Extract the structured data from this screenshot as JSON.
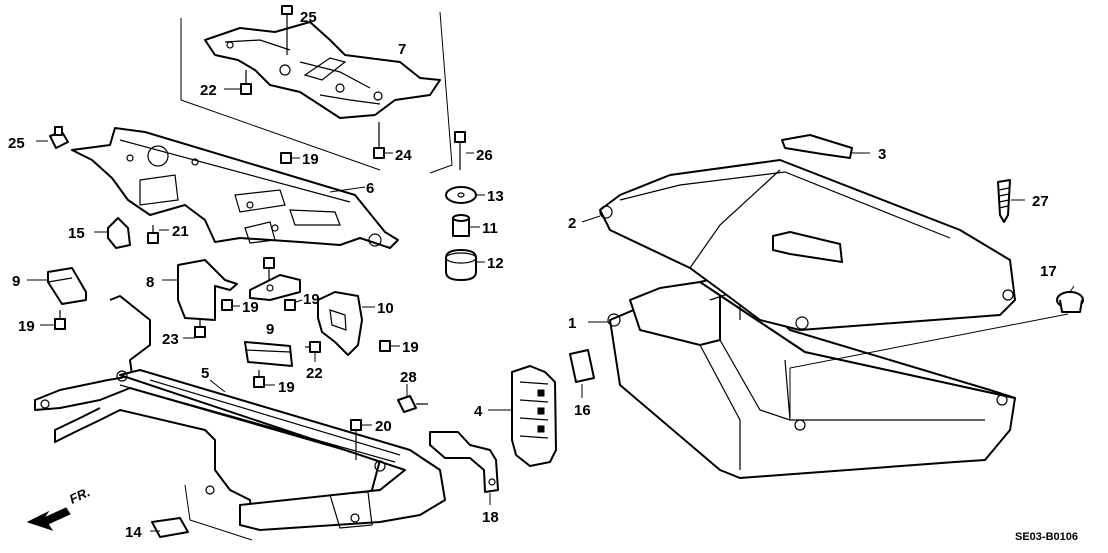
{
  "diagram": {
    "code": "SE03-B0106",
    "direction_label": "FR.",
    "callouts": {
      "c1": "1",
      "c2": "2",
      "c3": "3",
      "c4": "4",
      "c5": "5",
      "c6": "6",
      "c7": "7",
      "c8": "8",
      "c9a": "9",
      "c9b": "9",
      "c10": "10",
      "c11": "11",
      "c12": "12",
      "c13": "13",
      "c14": "14",
      "c15": "15",
      "c16": "16",
      "c17": "17",
      "c18": "18",
      "c19a": "19",
      "c19b": "19",
      "c19c": "19",
      "c19d": "19",
      "c19e": "19",
      "c19f": "19",
      "c20": "20",
      "c21": "21",
      "c22a": "22",
      "c22b": "22",
      "c23": "23",
      "c24": "24",
      "c25a": "25",
      "c25b": "25",
      "c26": "26",
      "c27": "27",
      "c28": "28"
    }
  }
}
